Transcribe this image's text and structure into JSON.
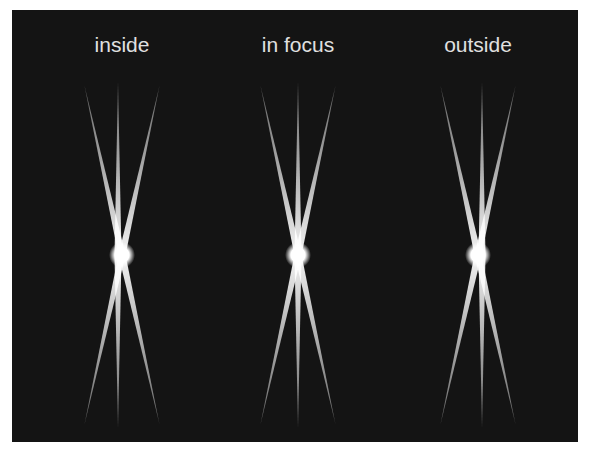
{
  "diagram": {
    "labels": [
      "inside",
      "in focus",
      "outside"
    ]
  }
}
